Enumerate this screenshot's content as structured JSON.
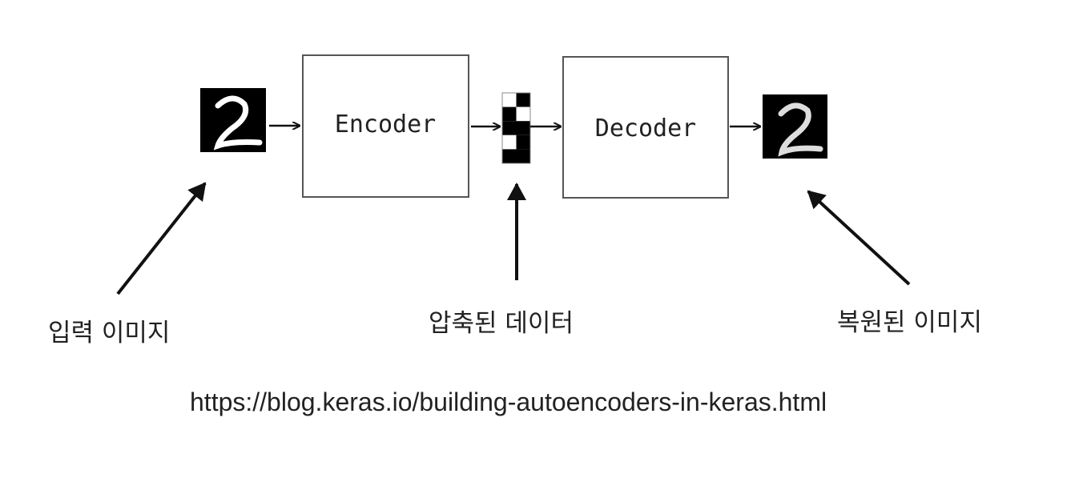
{
  "encoder_label": "Encoder",
  "decoder_label": "Decoder",
  "labels": {
    "input": "입력 이미지",
    "compressed": "압축된 데이터",
    "reconstructed": "복원된 이미지"
  },
  "source_url": "https://blog.keras.io/building-autoencoders-in-keras.html",
  "code_grid": [
    [
      1,
      0
    ],
    [
      0,
      1
    ],
    [
      0,
      0
    ],
    [
      1,
      0
    ],
    [
      0,
      0
    ]
  ]
}
